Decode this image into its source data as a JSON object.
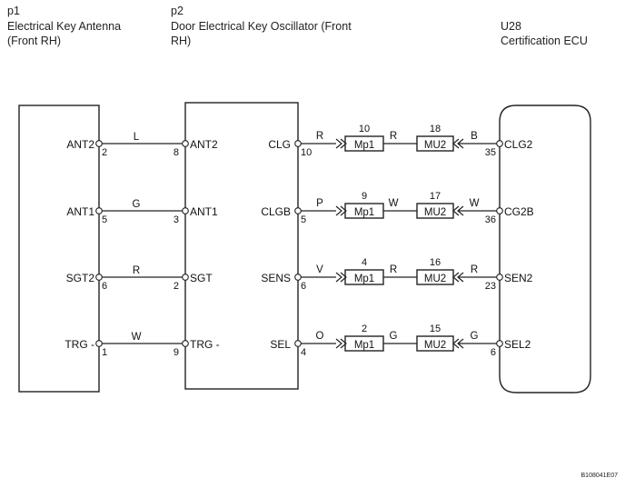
{
  "components": {
    "p1": {
      "code": "p1",
      "name": [
        "Electrical Key Antenna",
        "(Front RH)"
      ]
    },
    "p2": {
      "code": "p2",
      "name": [
        "Door Electrical Key Oscillator (Front",
        "RH)"
      ]
    },
    "u28": {
      "code": "U28",
      "name": [
        "Certification ECU"
      ]
    }
  },
  "left_links": [
    {
      "p1_pin": "ANT2",
      "p1_num": "2",
      "color": "L",
      "p2_pin": "ANT2",
      "p2_num": "8"
    },
    {
      "p1_pin": "ANT1",
      "p1_num": "5",
      "color": "G",
      "p2_pin": "ANT1",
      "p2_num": "3"
    },
    {
      "p1_pin": "SGT2",
      "p1_num": "6",
      "color": "R",
      "p2_pin": "SGT",
      "p2_num": "2"
    },
    {
      "p1_pin": "TRG -",
      "p1_num": "1",
      "color": "W",
      "p2_pin": "TRG -",
      "p2_num": "9"
    }
  ],
  "right_links": [
    {
      "p2_pin": "CLG",
      "p2_num": "10",
      "color1": "R",
      "conn1_num": "10",
      "conn1": "Mp1",
      "color2": "R",
      "conn2_num": "18",
      "conn2": "MU2",
      "color3": "B",
      "ecu_num": "35",
      "ecu_pin": "CLG2"
    },
    {
      "p2_pin": "CLGB",
      "p2_num": "5",
      "color1": "P",
      "conn1_num": "9",
      "conn1": "Mp1",
      "color2": "W",
      "conn2_num": "17",
      "conn2": "MU2",
      "color3": "W",
      "ecu_num": "36",
      "ecu_pin": "CG2B"
    },
    {
      "p2_pin": "SENS",
      "p2_num": "6",
      "color1": "V",
      "conn1_num": "4",
      "conn1": "Mp1",
      "color2": "R",
      "conn2_num": "16",
      "conn2": "MU2",
      "color3": "R",
      "ecu_num": "23",
      "ecu_pin": "SEN2"
    },
    {
      "p2_pin": "SEL",
      "p2_num": "4",
      "color1": "O",
      "conn1_num": "2",
      "conn1": "Mp1",
      "color2": "G",
      "conn2_num": "15",
      "conn2": "MU2",
      "color3": "G",
      "ecu_num": "6",
      "ecu_pin": "SEL2"
    }
  ],
  "figure_ref": "B108041E07"
}
